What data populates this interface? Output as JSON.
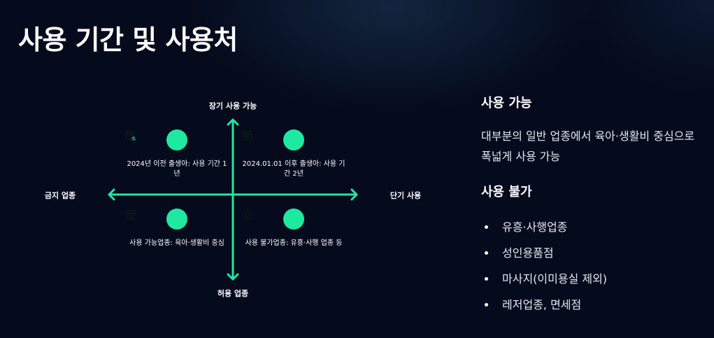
{
  "title": "사용 기간 및 사용처",
  "diagram": {
    "axis_top": "장기 사용 가능",
    "axis_bottom": "허용 업종",
    "axis_left": "금지 업종",
    "axis_right": "단기 사용",
    "accent_color": "#1de9a0",
    "quadrants": [
      {
        "icon": "calendar-check-icon",
        "text": "2024년 이전 출생아: 사용 기간 1년"
      },
      {
        "icon": "calendar-plus-icon",
        "text": "2024.01.01 이후 출생아: 사용 기간 2년"
      },
      {
        "icon": "store-icon",
        "text": "사용 가능업종: 육아·생활비 중심"
      },
      {
        "icon": "sun-icon",
        "text": "사용 불가업종: 유흥·사행 업종 등"
      }
    ]
  },
  "panel": {
    "allowed_heading": "사용 가능",
    "allowed_desc": "대부분의 일반 업종에서 육아·생활비 중심으로 폭넓게 사용 가능",
    "blocked_heading": "사용 불가",
    "blocked_items": [
      "유흥·사행업종",
      "성인용품점",
      "마사지(이미용실 제외)",
      "레저업종, 면세점"
    ]
  }
}
